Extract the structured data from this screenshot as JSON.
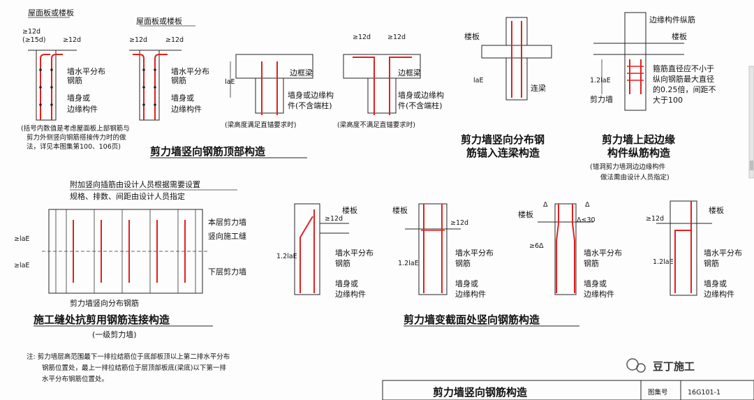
{
  "top": {
    "d1": {
      "label_slab_1": "屋面板或楼板",
      "label_slab_2": "屋面板或楼板",
      "dim_12d_a": "≥12d",
      "dim_15d": "(≥15d)",
      "dim_12d_b": "≥12d",
      "dim_12d_c": "≥12d",
      "dim_12d_d": "≥12d",
      "label_horiz_1": "墙水平分布",
      "label_horiz_1b": "钢筋",
      "label_horiz_2": "墙水平分布",
      "label_horiz_2b": "钢筋",
      "label_body_1": "墙身或",
      "label_body_1b": "边缘构件",
      "label_body_2": "墙身或",
      "label_body_2b": "边缘构件",
      "note1": "(括号内数值是考虑屋面板上部钢筋与",
      "note2": "剪力外侧竖向钢筋搭接传力时的做",
      "note3": "法，详见本图集第100、106页)",
      "title": "剪力墙竖向钢筋顶部构造"
    },
    "d2": {
      "lae_1": "laE",
      "label_beam": "边框梁",
      "label_wall": "墙身或边缘构",
      "label_wall_b": "件(不含端柱)",
      "cap1": "(梁高度满足直锚要求时)",
      "dim_12d_a": "≥12d",
      "dim_12d_b": "≥12d",
      "label_beam_2": "边框梁",
      "label_wall_2": "墙身或边缘构",
      "label_wall_2b": "件(不含端柱)",
      "cap2": "(梁高度不满足直锚要求时)"
    },
    "d3": {
      "label_slab": "楼板",
      "lae": "laE",
      "label_beam": "连梁",
      "title1": "剪力墙竖向分布钢",
      "title2": "筋锚入连梁构造"
    },
    "d4": {
      "label_long": "边缘构件纵筋",
      "label_slab": "楼板",
      "dim": "1.2laE",
      "n1": "箍筋直径应不小于",
      "n2": "纵向钢筋最大直径",
      "n3": "的0.25倍，间距不",
      "n4": "大于100",
      "label_wall": "剪力墙",
      "title1": "剪力墙上起边缘",
      "title2": "构件纵筋构造",
      "note1": "(错洞剪力墙洞边边缘构件",
      "note2": "做法需由设计人员指定)"
    }
  },
  "bottom": {
    "d5": {
      "n1": "附加竖向插筋由设计人员根据需要设置",
      "n2": "规格、排数、间距由设计人员指定",
      "lae1": "≥laE",
      "lae2": "≥laE",
      "label_top_wall": "本层剪力墙",
      "label_joint": "竖向施工缝",
      "label_bottom_wall": "下层剪力墙",
      "label_vert": "剪力墙竖向分布钢筋",
      "title": "施工缝处抗剪用钢筋连接构造",
      "subtitle": "(一级剪力墙)"
    },
    "d6": {
      "dim_12d_1": "≥12d",
      "label_slab_1": "楼板",
      "dim_lae_1": "1.2laE",
      "label_horiz_1": "墙水平分布",
      "label_horiz_1b": "钢筋",
      "label_body_1": "墙身或",
      "label_body_1b": "边缘构件",
      "label_slab_2": "楼板",
      "dim_12d_2": "≥12d",
      "dim_lae_2": "1.2laE",
      "label_horiz_2": "墙水平分布",
      "label_horiz_2b": "钢筋",
      "label_body_2": "墙身或",
      "label_body_2b": "边缘构件",
      "label_slab_3": "楼板",
      "delta1": "Δ",
      "delta2": "Δ",
      "delta_cond": "Δ≤30",
      "dim_6": "≥6Δ",
      "label_horiz_3": "墙水平分布",
      "label_horiz_3b": "钢筋",
      "label_body_3": "墙身或",
      "label_body_3b": "边缘构件",
      "dim_12d_4": "≥12d",
      "label_slab_4": "楼板",
      "dim_lae_4": "1.2laE",
      "label_horiz_4": "墙水平分布",
      "label_horiz_4b": "钢筋",
      "label_body_4": "墙身或",
      "label_body_4b": "边缘构件",
      "title": "剪力墙变截面处竖向钢筋构造"
    }
  },
  "footer": {
    "note1": "注: 剪力墙层高范围最下一排拉结筋位于底部板顶以上第二排水平分布",
    "note2": "钢筋位置处，最上一排拉结筋位于层顶部板底(梁底)以下第一排",
    "note3": "水平分布钢筋位置处。",
    "watermark": "豆丁施工",
    "titleblock": "剪力墙竖向钢筋构造",
    "atlas_label": "图集号",
    "atlas_no": "16G101-1"
  }
}
